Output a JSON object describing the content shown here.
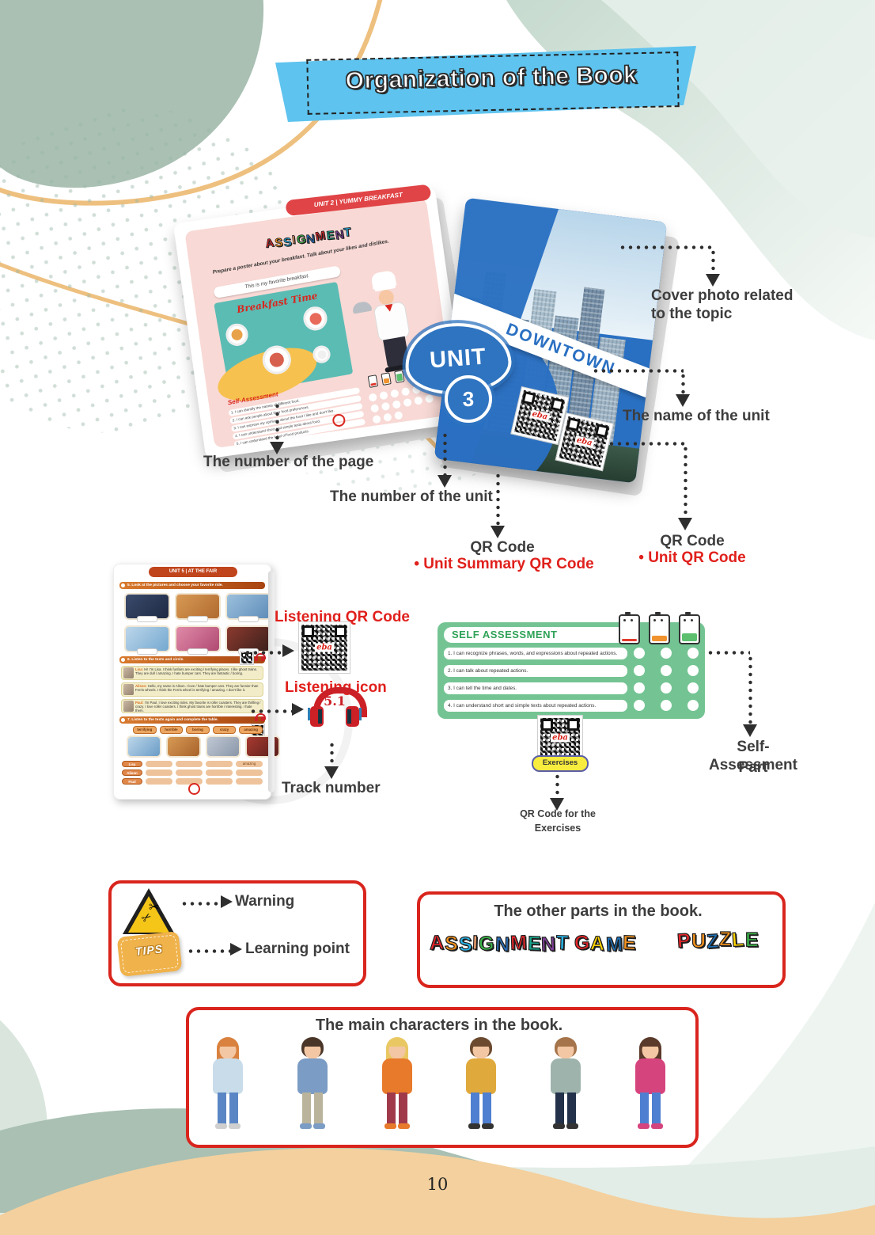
{
  "qr_logo": "eba",
  "banner": {
    "title": "Organization of the Book"
  },
  "footer": {
    "page_number": "10"
  },
  "book": {
    "left_page": {
      "header": "UNIT 2 | YUMMY BREAKFAST",
      "assignment_word": {
        "text": "ASSIGNMENT",
        "colors": [
          "#e8262a",
          "#f7941d",
          "#29b7ea",
          "#f2a171",
          "#3bb54a",
          "#2b6cb5",
          "#e8262a",
          "#17a58c",
          "#7f3f98",
          "#29b7ea"
        ]
      },
      "instruction": "Prepare a poster about your breakfast. Talk about your likes and dislikes.",
      "speech_bubble": "This is my favorite breakfast.",
      "poster_title": "Breakfast Time",
      "self_assessment_title": "Self-Assessment",
      "self_assessment_items": [
        "1. I can identify the names of different food.",
        "2. I can ask people about their food preferences.",
        "3. I can express my opinions about the food I like and don't like.",
        "4. I can understand short and simple texts about food.",
        "5. I can understand the label of food products."
      ]
    },
    "right_page": {
      "unit_word": "UNIT",
      "unit_number": "3",
      "unit_name": "DOWNTOWN"
    }
  },
  "annotations": {
    "cover_photo": "Cover photo related to the topic",
    "unit_name": "The name of the unit",
    "page_number": "The number of the page",
    "unit_number": "The number of the unit",
    "qr_summary_title": "QR Code",
    "qr_summary_bullet": "•  Unit Summary QR Code",
    "qr_unit_title": "QR Code",
    "qr_unit_bullet": "•  Unit QR Code",
    "listening_qr": "Listening QR Code",
    "listening_icon": "Listening icon",
    "track_number": "Track number",
    "sa_part_line1": "Self-Assessment",
    "sa_part_line2": "Part",
    "exercises_qr_line1": "QR Code for the",
    "exercises_qr_line2": "Exercises"
  },
  "listening": {
    "track": "5.1"
  },
  "mini_page": {
    "header": "UNIT 5 | AT THE FAIR",
    "section5": "5. Look at the pictures and choose your favorite ride.",
    "section6": "6. Listen to the texts and circle.",
    "section7": "7. Listen to the texts again and complete the table.",
    "tiles1": [
      [
        "#3a4a6b",
        "#1f2a44"
      ],
      [
        "#d89a55",
        "#b06a2e"
      ],
      [
        "#9cc0dd",
        "#5e8cb8"
      ]
    ],
    "tiles2": [
      [
        "#bcd6ea",
        "#74a8d0"
      ],
      [
        "#e08aa8",
        "#b04a72"
      ],
      [
        "#8c3a2e",
        "#3a1f1c"
      ]
    ],
    "tiles3": [
      [
        "#bcd6ea",
        "#6a9cc6"
      ],
      [
        "#d89a55",
        "#a8622a"
      ],
      [
        "#c0c8d4",
        "#8a96a8"
      ],
      [
        "#a83a30",
        "#5a1f1c"
      ]
    ],
    "dialogues": [
      {
        "name": "Lisa",
        "text": "Hi! I'm Lisa. I think funfairs are exciting / terrifying places. I like ghost trains. They are dull / amazing. I hate bumper cars. They are fantastic / boring."
      },
      {
        "name": "Alison",
        "text": "Hello, my name is Alison. I love / hate bumper cars. They are funnier than Ferris wheels. I think the Ferris wheel is terrifying / amazing. I don't like it."
      },
      {
        "name": "Paul",
        "text": "I'm Paul. I love exciting rides. My favorite is roller coasters. They are thrilling / crazy. I love roller coasters. I think ghost trains are horrible / interesting. I hate them."
      }
    ],
    "word_chips": [
      "terrifying",
      "horrible",
      "boring",
      "crazy",
      "amazing"
    ],
    "table_rows": [
      {
        "label": "Lisa",
        "cells": [
          "",
          "",
          "",
          "amazing"
        ]
      },
      {
        "label": "Alison",
        "cells": [
          "",
          "",
          "",
          ""
        ]
      },
      {
        "label": "Paul",
        "cells": [
          "",
          "",
          "",
          ""
        ]
      }
    ]
  },
  "self_assessment_box": {
    "title": "SELF ASSESSMENT",
    "battery_colors": [
      "#e03a2e",
      "#f0922e",
      "#5bbf6e"
    ],
    "items": [
      "1. I can recognize phrases, words, and expressions about repeated actions.",
      "2. I can talk about repeated actions.",
      "3. I can tell the time and dates.",
      "4. I can understand short and simple texts about repeated actions."
    ]
  },
  "exercises": {
    "button_label": "Exercises"
  },
  "legend": {
    "warning_label": "Warning",
    "tips_label": "TIPS",
    "learning_label": "Learning point"
  },
  "other_parts": {
    "title": "The other parts in the book.",
    "words": [
      {
        "text": "ASSIGNMENT",
        "colors": [
          "#e8262a",
          "#f7941d",
          "#29b7ea",
          "#f2a171",
          "#3bb54a",
          "#2b6cb5",
          "#e8262a",
          "#17a58c",
          "#7f3f98",
          "#29b7ea"
        ]
      },
      {
        "text": "GAME",
        "colors": [
          "#e8262a",
          "#ffd400",
          "#1d70b7",
          "#f7941d"
        ]
      },
      {
        "text": "PUZZLE",
        "colors": [
          "#e8262a",
          "#f7941d",
          "#1d70b7",
          "#f7941d",
          "#ffd400",
          "#3bb54a"
        ]
      }
    ]
  },
  "characters_box": {
    "title": "The main characters in the book.",
    "characters": [
      {
        "hair": "#d9813f",
        "top": "#c9dcea",
        "bottom": "#5b86c5",
        "shoes": "#cfcfcf",
        "long_hair": true
      },
      {
        "hair": "#4a3628",
        "top": "#7b9cc4",
        "bottom": "#b9b49b",
        "shoes": "#7b9cc4",
        "long_hair": false
      },
      {
        "hair": "#e9c863",
        "top": "#e87a2c",
        "bottom": "#a03a4a",
        "shoes": "#e87a2c",
        "long_hair": true
      },
      {
        "hair": "#6b4a2f",
        "top": "#e0a93c",
        "bottom": "#4f7fd0",
        "shoes": "#333333",
        "long_hair": false
      },
      {
        "hair": "#a5744a",
        "top": "#9fb3ad",
        "bottom": "#23324a",
        "shoes": "#333333",
        "long_hair": false
      },
      {
        "hair": "#5a3a2a",
        "top": "#d6447e",
        "bottom": "#4f7fd0",
        "shoes": "#d6447e",
        "long_hair": true
      }
    ]
  }
}
